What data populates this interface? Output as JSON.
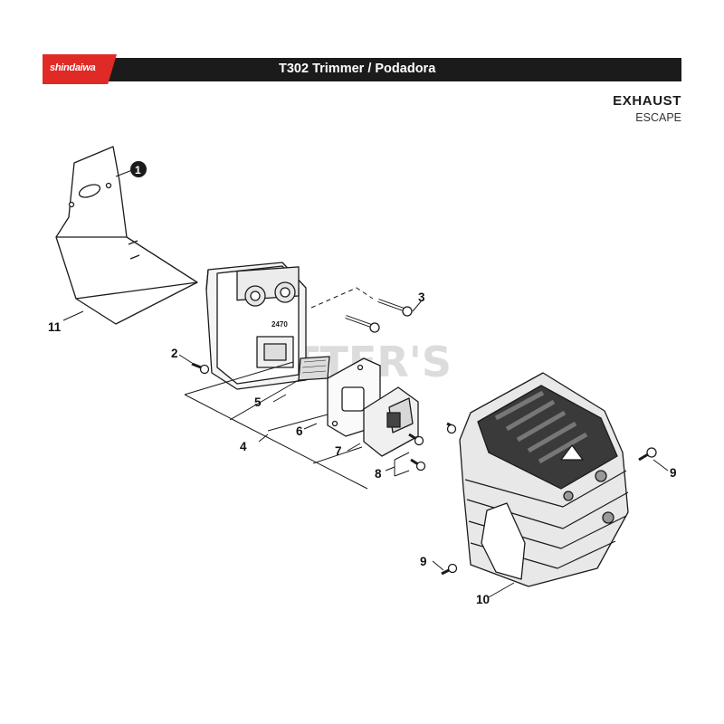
{
  "header": {
    "brand": "shindaiwa",
    "model_title": "T302 Trimmer / Podadora",
    "accent_color": "#e02a26",
    "bar_color": "#1b1b1b"
  },
  "section": {
    "title": "EXHAUST",
    "subtitle": "ESCAPE"
  },
  "watermark": "CUTTER'S",
  "callouts": [
    {
      "id": "c1",
      "label": "1"
    },
    {
      "id": "c2",
      "label": "2"
    },
    {
      "id": "c3",
      "label": "3"
    },
    {
      "id": "c4",
      "label": "4"
    },
    {
      "id": "c5",
      "label": "5"
    },
    {
      "id": "c6",
      "label": "6"
    },
    {
      "id": "c7",
      "label": "7"
    },
    {
      "id": "c8",
      "label": "8"
    },
    {
      "id": "c9a",
      "label": "9"
    },
    {
      "id": "c9b",
      "label": "9"
    },
    {
      "id": "c10",
      "label": "10"
    },
    {
      "id": "c11",
      "label": "11"
    }
  ],
  "muffler_stamp": "2470"
}
